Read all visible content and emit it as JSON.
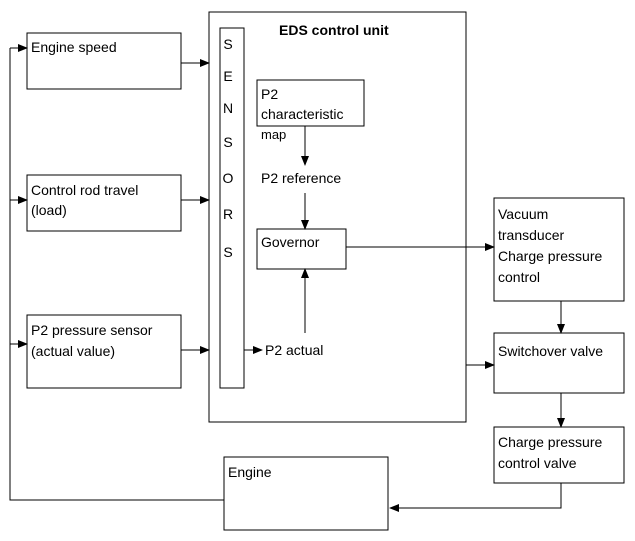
{
  "colors": {
    "line": "#000000",
    "background": "#ffffff",
    "text": "#000000"
  },
  "control_unit": {
    "title": "EDS control unit"
  },
  "sensors": {
    "letters": [
      "S",
      "E",
      "N",
      "S",
      "O",
      "R",
      "S"
    ]
  },
  "inputs": {
    "engine_speed": "Engine speed",
    "control_rod": [
      "Control rod travel",
      "(load)"
    ],
    "p2_pressure": [
      "P2 pressure sensor",
      "(actual value)"
    ]
  },
  "internal": {
    "p2_map": [
      "P2",
      "characteristic",
      "map"
    ],
    "p2_reference": "P2 reference",
    "governor": "Governor",
    "p2_actual": "P2 actual"
  },
  "outputs": {
    "vacuum_transducer": [
      "Vacuum",
      "transducer",
      "Charge pressure",
      "control"
    ],
    "switchover_valve": "Switchover valve",
    "charge_pressure_valve": [
      "Charge pressure",
      "control valve"
    ],
    "engine": "Engine"
  }
}
